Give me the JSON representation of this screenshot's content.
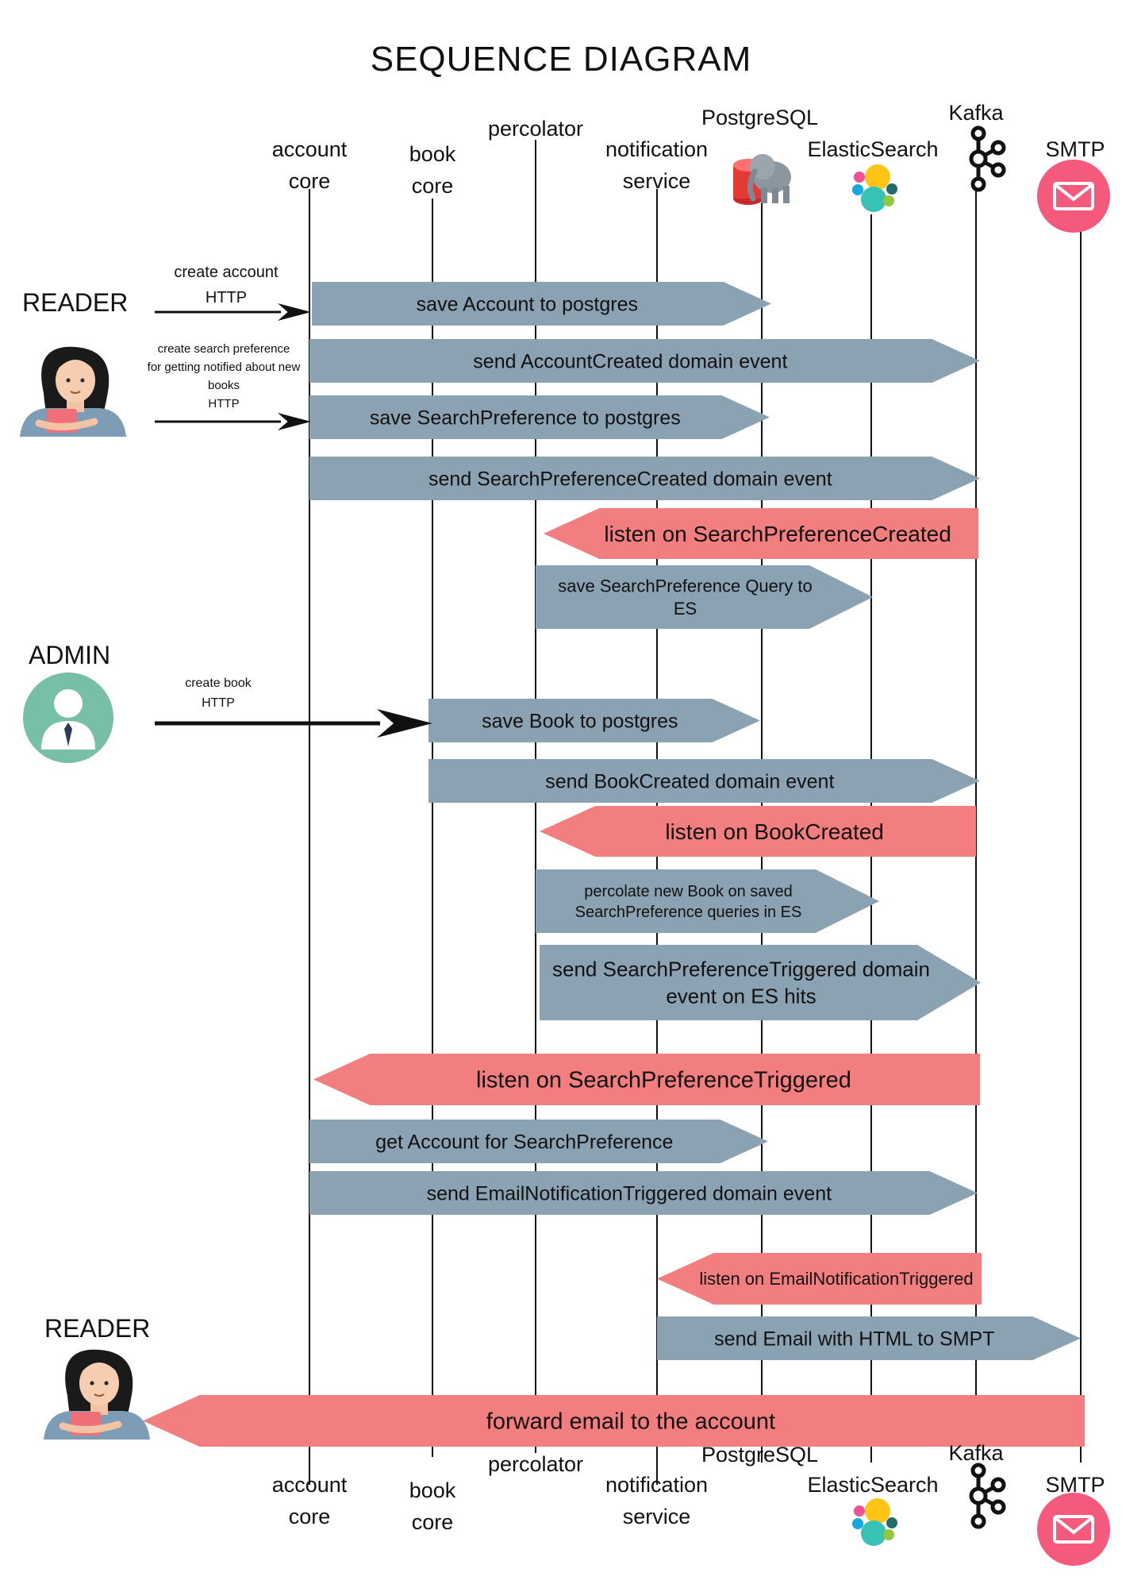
{
  "title": "SEQUENCE DIAGRAM",
  "colors": {
    "message": "#8ba2b3",
    "listen": "#f27e80",
    "line": "#111111",
    "smtp": "#f55a7c",
    "admin": "#77bfa6"
  },
  "participants": [
    {
      "id": "account",
      "label": "account\ncore"
    },
    {
      "id": "book",
      "label": "book\ncore"
    },
    {
      "id": "percolator",
      "label": "percolator"
    },
    {
      "id": "notification",
      "label": "notification\nservice"
    },
    {
      "id": "postgres",
      "label": "PostgreSQL",
      "icon": "postgresql-elephant-icon"
    },
    {
      "id": "elastic",
      "label": "ElasticSearch",
      "icon": "elasticsearch-icon"
    },
    {
      "id": "kafka",
      "label": "Kafka",
      "icon": "kafka-icon"
    },
    {
      "id": "smtp",
      "label": "SMTP",
      "icon": "envelope-icon"
    }
  ],
  "actors": [
    {
      "id": "reader_top",
      "label": "READER",
      "icon": "reader-woman-icon"
    },
    {
      "id": "admin",
      "label": "ADMIN",
      "icon": "admin-user-icon"
    },
    {
      "id": "reader_bottom",
      "label": "READER",
      "icon": "reader-woman-icon"
    }
  ],
  "requests": [
    {
      "id": "req_create_account",
      "text": "create account\nHTTP"
    },
    {
      "id": "req_search_pref",
      "text": "create search preference\nfor getting notified about new\nbooks\nHTTP"
    },
    {
      "id": "req_create_book",
      "text": "create book\nHTTP"
    }
  ],
  "messages": [
    {
      "text": "save Account to postgres",
      "kind": "message"
    },
    {
      "text": "send AccountCreated domain event",
      "kind": "message"
    },
    {
      "text": "save SearchPreference to postgres",
      "kind": "message"
    },
    {
      "text": "send SearchPreferenceCreated domain event",
      "kind": "message"
    },
    {
      "text": "listen on SearchPreferenceCreated",
      "kind": "listen"
    },
    {
      "text": "save SearchPreference Query to\nES",
      "kind": "message"
    },
    {
      "text": "save Book to postgres",
      "kind": "message"
    },
    {
      "text": "send BookCreated domain event",
      "kind": "message"
    },
    {
      "text": "listen on BookCreated",
      "kind": "listen"
    },
    {
      "text": "percolate new Book on saved\nSearchPreference queries in ES",
      "kind": "message"
    },
    {
      "text": "send SearchPreferenceTriggered domain\nevent on ES hits",
      "kind": "message"
    },
    {
      "text": "listen on SearchPreferenceTriggered",
      "kind": "listen"
    },
    {
      "text": "get Account for SearchPreference",
      "kind": "message"
    },
    {
      "text": "send EmailNotificationTriggered domain event",
      "kind": "message"
    },
    {
      "text": "listen on EmailNotificationTriggered",
      "kind": "listen"
    },
    {
      "text": "send Email with HTML to SMPT",
      "kind": "message"
    },
    {
      "text": "forward email to the account",
      "kind": "listen"
    }
  ]
}
